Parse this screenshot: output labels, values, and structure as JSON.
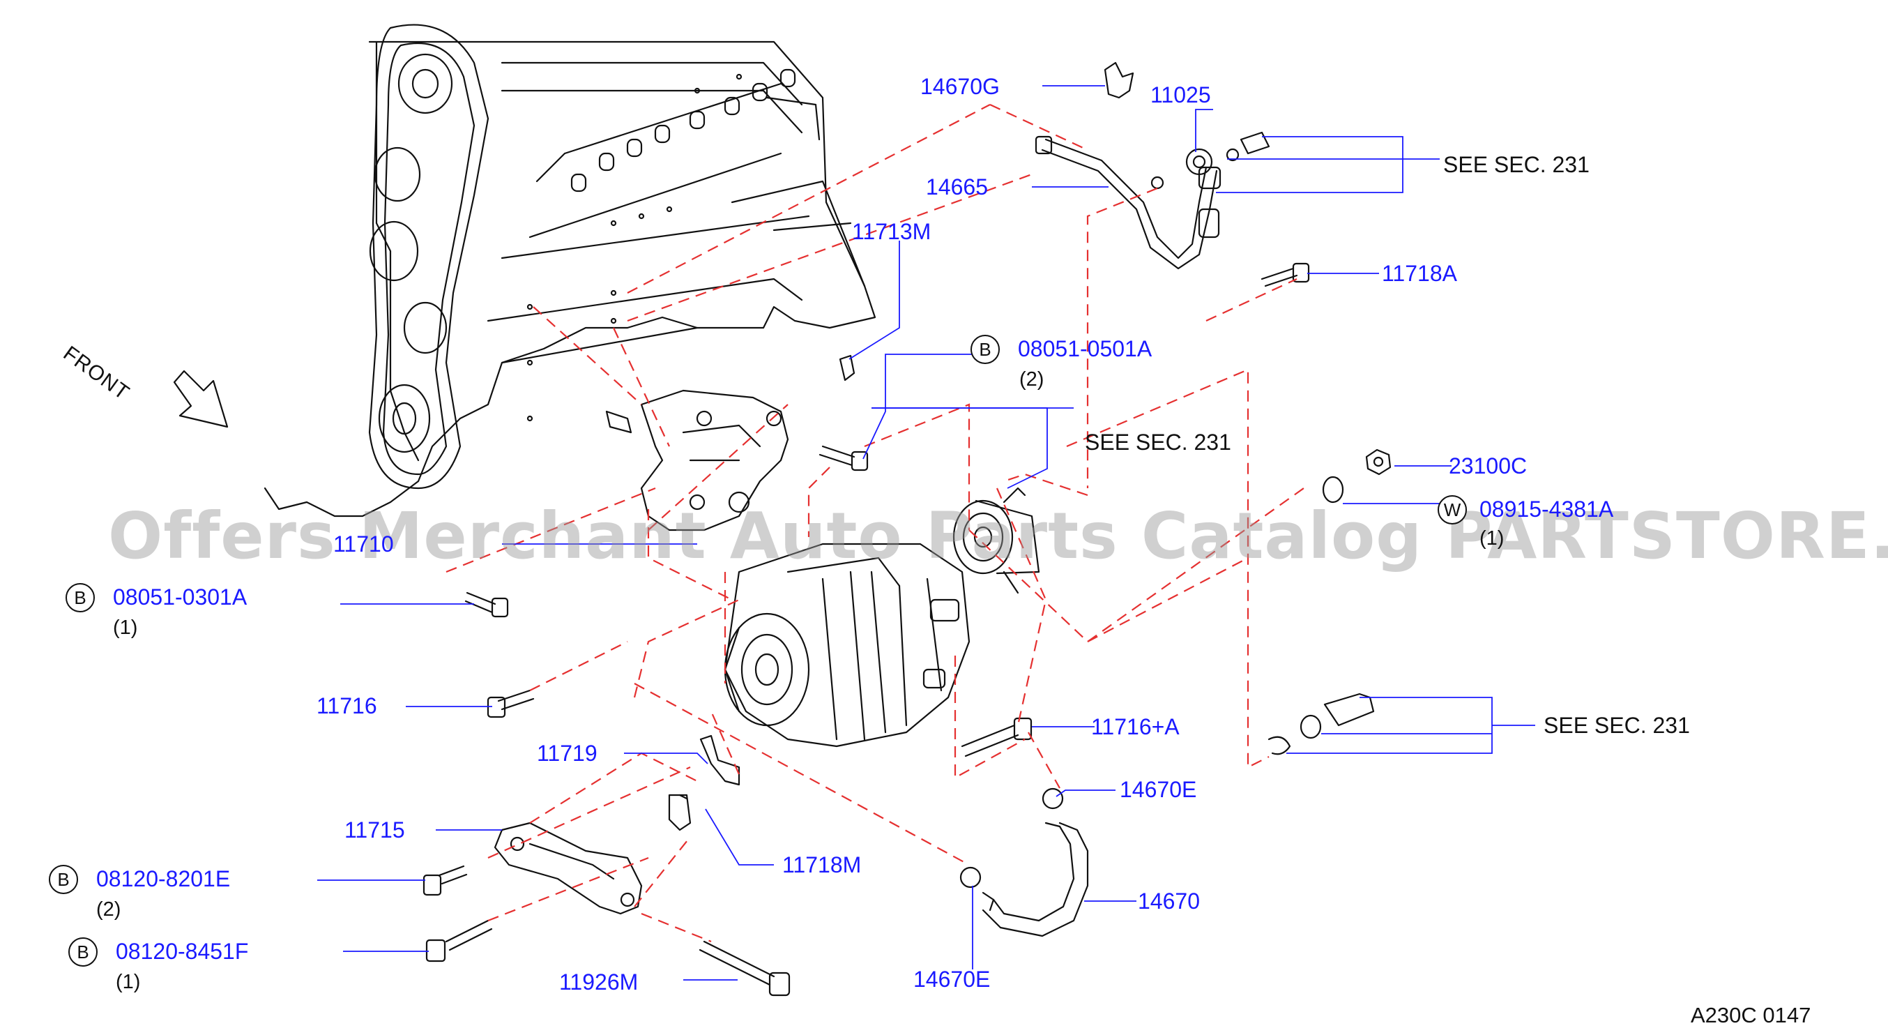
{
  "diagram": {
    "reference_code": "A230C  0147",
    "front_label": "FRONT",
    "watermark": "Offers Merchant Auto Parts Catalog PARTSTORE.SA",
    "line_color": "#1a1aff",
    "dash_color": "#e53030",
    "callouts": {
      "p14670G": "14670G",
      "p11025": "11025",
      "p14665": "14665",
      "p11713M": "11713M",
      "p11718A": "11718A",
      "p08051_0501A": "08051-0501A",
      "p23100C": "23100C",
      "p08915_4381A": "08915-4381A",
      "p11710": "11710",
      "p08051_0301A": "08051-0301A",
      "p11716": "11716",
      "p11716A": "11716+A",
      "p11719": "11719",
      "p14670E_top": "14670E",
      "p11715": "11715",
      "p11718M": "11718M",
      "p08120_8201E": "08120-8201E",
      "p14670": "14670",
      "p08120_8451F": "08120-8451F",
      "p14670E_bottom": "14670E",
      "p11926M": "11926M"
    },
    "see_section": {
      "top": "SEE   SEC.   231",
      "middle": "SEE   SEC.   231",
      "bottom": "SEE   SEC.   231"
    },
    "quantities": {
      "q08051_0501A": "(2)",
      "q08051_0301A": "(1)",
      "q08120_8201E": "(2)",
      "q08120_8451F": "(1)",
      "q08915_4381A": "(1)"
    },
    "badges": {
      "b1": "B",
      "b2": "B",
      "b3": "B",
      "b4": "B",
      "w1": "W"
    }
  }
}
